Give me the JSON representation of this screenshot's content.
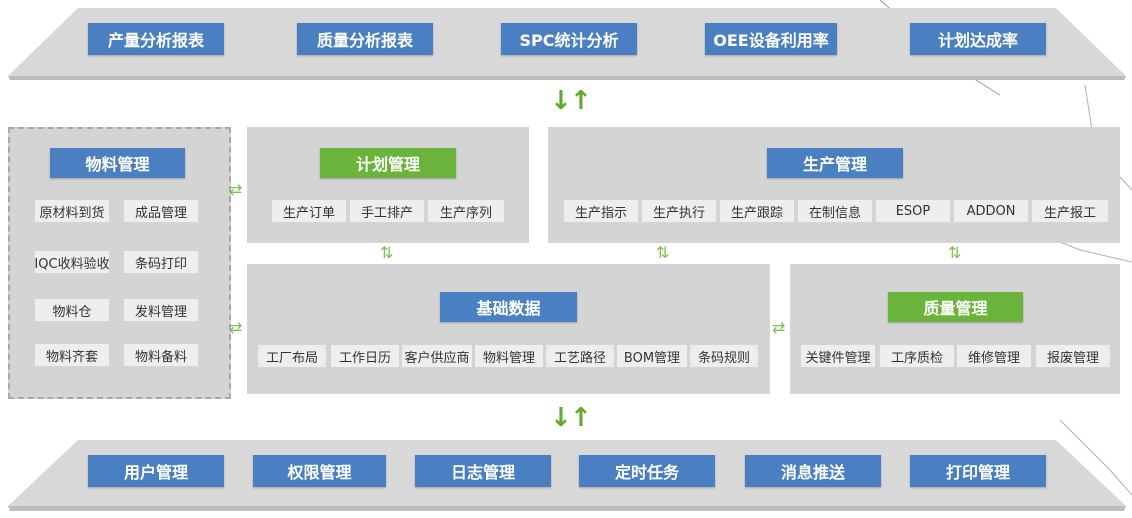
{
  "top_reports": [
    "产量分析报表",
    "质量分析报表",
    "SPC统计分析",
    "OEE设备利用率",
    "计划达成率"
  ],
  "bottom_tools": [
    "用户管理",
    "权限管理",
    "日志管理",
    "定时任务",
    "消息推送",
    "打印管理"
  ],
  "material": {
    "title": "物料管理",
    "items": [
      "原材料到货",
      "成品管理",
      "IQC收料验收",
      "条码打印",
      "物料仓",
      "发料管理",
      "物料齐套",
      "物料备料"
    ]
  },
  "plan": {
    "title": "计划管理",
    "items": [
      "生产订单",
      "手工排产",
      "生产序列"
    ]
  },
  "production": {
    "title": "生产管理",
    "items": [
      "生产指示",
      "生产执行",
      "生产跟踪",
      "在制信息",
      "ESOP",
      "ADDON",
      "生产报工"
    ]
  },
  "basic": {
    "title": "基础数据",
    "items": [
      "工厂布局",
      "工作日历",
      "客户供应商",
      "物料管理",
      "工艺路径",
      "BOM管理",
      "条码规则"
    ]
  },
  "quality": {
    "title": "质量管理",
    "items": [
      "关键件管理",
      "工序质检",
      "维修管理",
      "报废管理"
    ]
  },
  "colors": {
    "blue": "#4a80c2",
    "green": "#6ab43b",
    "panel": "#d4d4d4",
    "item": "#eeeeee",
    "arrow": "#5faa2e"
  },
  "icons": {
    "vertical": "up-down-arrows-icon",
    "horizontal": "left-right-arrows-icon"
  }
}
